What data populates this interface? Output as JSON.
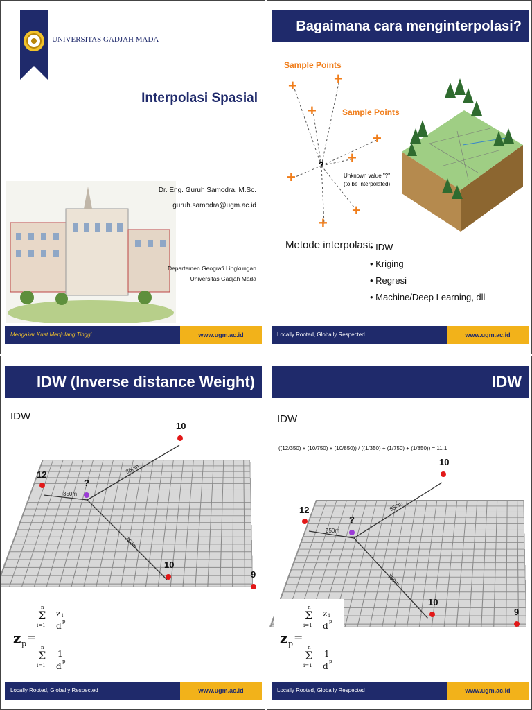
{
  "slide1": {
    "university": "UNIVERSITAS GADJAH MADA",
    "title": "Interpolasi Spasial",
    "author": "Dr. Eng. Guruh Samodra, M.Sc.",
    "email": "guruh.samodra@ugm.ac.id",
    "dept_line1": "Departemen Geografi Lingkungan",
    "dept_line2": "Universitas Gadjah Mada",
    "footer_left": "Mengakar Kuat Menjulang Tinggi",
    "footer_right": "www.ugm.ac.id"
  },
  "slide2": {
    "title": "Bagaimana cara menginterpolasi?",
    "sample_points_1": "Sample Points",
    "sample_points_2": "Sample Points",
    "question": "?",
    "unknown_line1": "Unknown value \"?\"",
    "unknown_line2": "(to be interpolated)",
    "methods_label": "Metode interpolasi:",
    "methods": [
      "IDW",
      "Kriging",
      "Regresi",
      "Machine/Deep Learning, dll"
    ],
    "footer_left": "Locally Rooted, Globally Respected",
    "footer_right": "www.ugm.ac.id"
  },
  "slide3": {
    "title": "IDW (Inverse distance Weight)",
    "subtitle": "IDW",
    "points": [
      "12",
      "?",
      "10",
      "10",
      "9"
    ],
    "distances": [
      "350m",
      "850m",
      "750m"
    ],
    "formula": {
      "z": "z",
      "p": "p",
      "eq": "=",
      "sum": "Σ",
      "n": "n",
      "i1": "i=1",
      "zi": "z",
      "i": "i",
      "di": "d",
      "sup": "p",
      "one": "1"
    },
    "footer_left": "Locally Rooted, Globally Respected",
    "footer_right": "www.ugm.ac.id"
  },
  "slide4": {
    "title": "IDW",
    "subtitle": "IDW",
    "calc": "((12/350) + (10/750) + (10/850)) / ((1/350) + (1/750) + (1/850)) = 11.1",
    "points": [
      "12",
      "?",
      "10",
      "10",
      "9"
    ],
    "distances": [
      "350m",
      "850m",
      "750m"
    ],
    "formula": {
      "z": "z",
      "p": "p",
      "eq": "=",
      "sum": "Σ",
      "n": "n",
      "i1": "i=1",
      "zi": "z",
      "i": "i",
      "di": "d",
      "sup": "p",
      "one": "1"
    },
    "footer_left": "Locally Rooted, Globally Respected",
    "footer_right": "www.ugm.ac.id"
  },
  "colors": {
    "navy": "#1f2a6b",
    "gold": "#f2b21a",
    "orange": "#f07d1a"
  }
}
